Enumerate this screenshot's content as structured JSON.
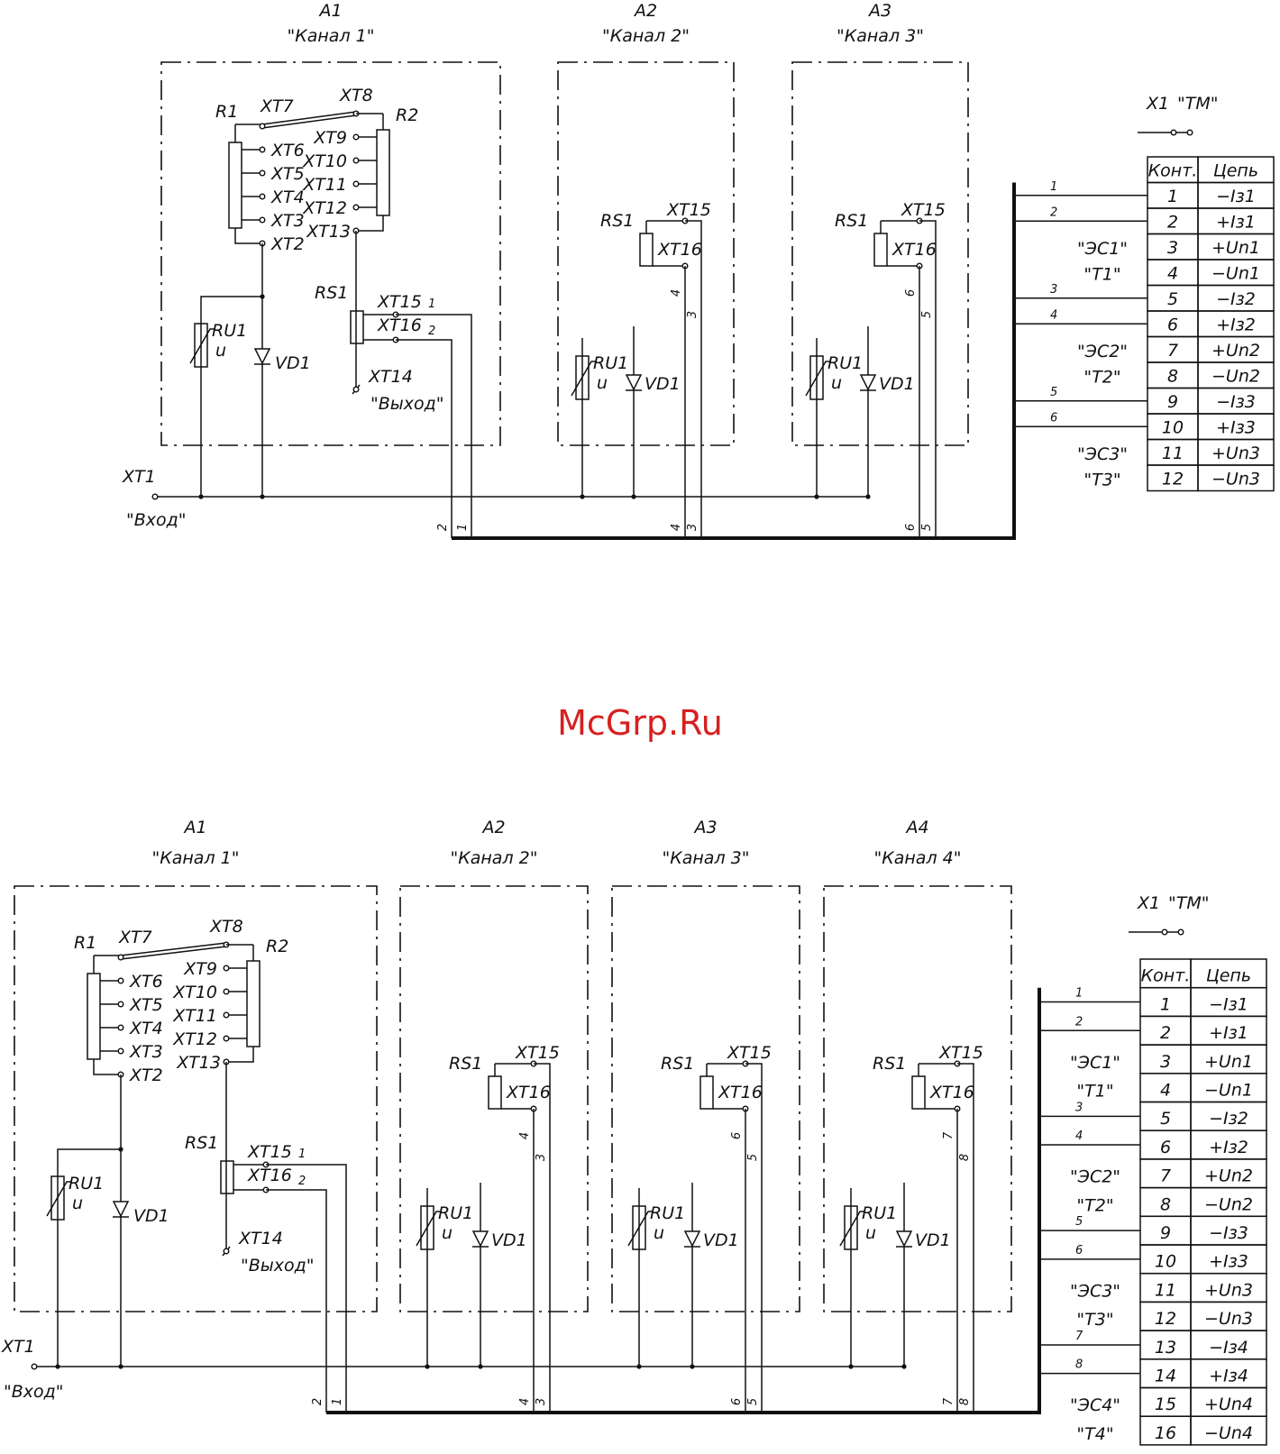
{
  "watermark": "McGrp.Ru",
  "connector": {
    "name": "X1",
    "label": "\"ТМ\""
  },
  "table_header": {
    "contact": "Конт.",
    "circuit": "Цепь"
  },
  "designators": {
    "r1": "R1",
    "r2": "R2",
    "rs1": "RS1",
    "ru1": "RU1",
    "u": "u",
    "vd1": "VD1",
    "xt1": "XT1",
    "xt2": "XT2",
    "xt3": "XT3",
    "xt4": "XT4",
    "xt5": "XT5",
    "xt6": "XT6",
    "xt7": "XT7",
    "xt8": "XT8",
    "xt9": "XT9",
    "xt10": "XT10",
    "xt11": "XT11",
    "xt12": "XT12",
    "xt13": "XT13",
    "xt14": "XT14",
    "xt15": "XT15",
    "xt16": "XT16",
    "input": "\"Вход\"",
    "output": "\"Выход\""
  },
  "diagram1": {
    "blocks": [
      {
        "id": "A1",
        "name": "\"Канал  1\""
      },
      {
        "id": "A2",
        "name": "\"Канал  2\""
      },
      {
        "id": "A3",
        "name": "\"Канал  3\""
      }
    ],
    "block_wires": [
      [
        "1",
        "2"
      ],
      [
        "3",
        "4"
      ],
      [
        "5",
        "6"
      ]
    ],
    "bus_wires": [
      "1",
      "2",
      "3",
      "4",
      "5",
      "6"
    ],
    "group_labels": [
      [
        "\"ЭС1\"",
        "\"Т1\""
      ],
      [
        "\"ЭС2\"",
        "\"Т2\""
      ],
      [
        "\"ЭС3\"",
        "\"Т3\""
      ]
    ],
    "rows": [
      {
        "n": "1",
        "c": "−Iз1"
      },
      {
        "n": "2",
        "c": "+Iз1"
      },
      {
        "n": "3",
        "c": "+Un1"
      },
      {
        "n": "4",
        "c": "−Un1"
      },
      {
        "n": "5",
        "c": "−Iз2"
      },
      {
        "n": "6",
        "c": "+Iз2"
      },
      {
        "n": "7",
        "c": "+Un2"
      },
      {
        "n": "8",
        "c": "−Un2"
      },
      {
        "n": "9",
        "c": "−Iз3"
      },
      {
        "n": "10",
        "c": "+Iз3"
      },
      {
        "n": "11",
        "c": "+Un3"
      },
      {
        "n": "12",
        "c": "−Un3"
      }
    ]
  },
  "diagram2": {
    "blocks": [
      {
        "id": "A1",
        "name": "\"Канал  1\""
      },
      {
        "id": "A2",
        "name": "\"Канал  2\""
      },
      {
        "id": "A3",
        "name": "\"Канал  3\""
      },
      {
        "id": "A4",
        "name": "\"Канал  4\""
      }
    ],
    "block_wires": [
      [
        "1",
        "2"
      ],
      [
        "3",
        "4"
      ],
      [
        "5",
        "6"
      ],
      [
        "8",
        "7"
      ]
    ],
    "bus_wires": [
      "1",
      "2",
      "3",
      "4",
      "5",
      "6",
      "7",
      "8"
    ],
    "group_labels": [
      [
        "\"ЭС1\"",
        "\"Т1\""
      ],
      [
        "\"ЭС2\"",
        "\"Т2\""
      ],
      [
        "\"ЭС3\"",
        "\"Т3\""
      ],
      [
        "\"ЭС4\"",
        "\"Т4\""
      ]
    ],
    "rows": [
      {
        "n": "1",
        "c": "−Iз1"
      },
      {
        "n": "2",
        "c": "+Iз1"
      },
      {
        "n": "3",
        "c": "+Un1"
      },
      {
        "n": "4",
        "c": "−Un1"
      },
      {
        "n": "5",
        "c": "−Iз2"
      },
      {
        "n": "6",
        "c": "+Iз2"
      },
      {
        "n": "7",
        "c": "+Un2"
      },
      {
        "n": "8",
        "c": "−Un2"
      },
      {
        "n": "9",
        "c": "−Iз3"
      },
      {
        "n": "10",
        "c": "+Iз3"
      },
      {
        "n": "11",
        "c": "+Un3"
      },
      {
        "n": "12",
        "c": "−Un3"
      },
      {
        "n": "13",
        "c": "−Iз4"
      },
      {
        "n": "14",
        "c": "+Iз4"
      },
      {
        "n": "15",
        "c": "+Un4"
      },
      {
        "n": "16",
        "c": "−Un4"
      }
    ]
  }
}
